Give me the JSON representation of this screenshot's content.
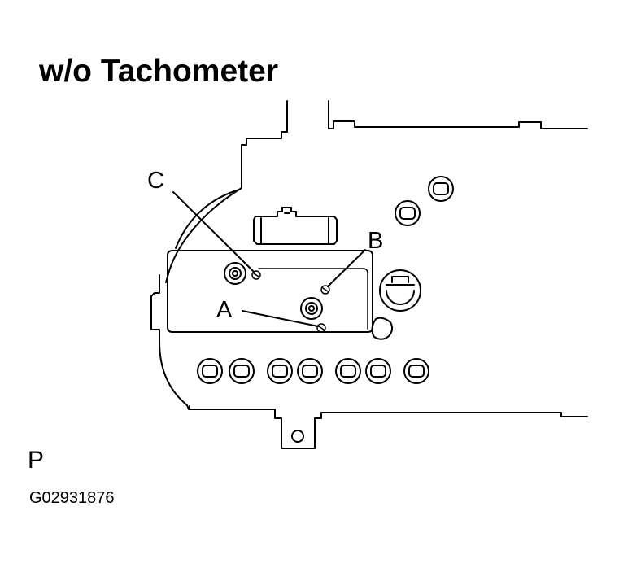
{
  "title": "w/o Tachometer",
  "callouts": {
    "a": "A",
    "b": "B",
    "c": "C"
  },
  "view_letter": "P",
  "figure_code": "G02931876",
  "colors": {
    "ink": "#000000",
    "paper": "#ffffff"
  }
}
